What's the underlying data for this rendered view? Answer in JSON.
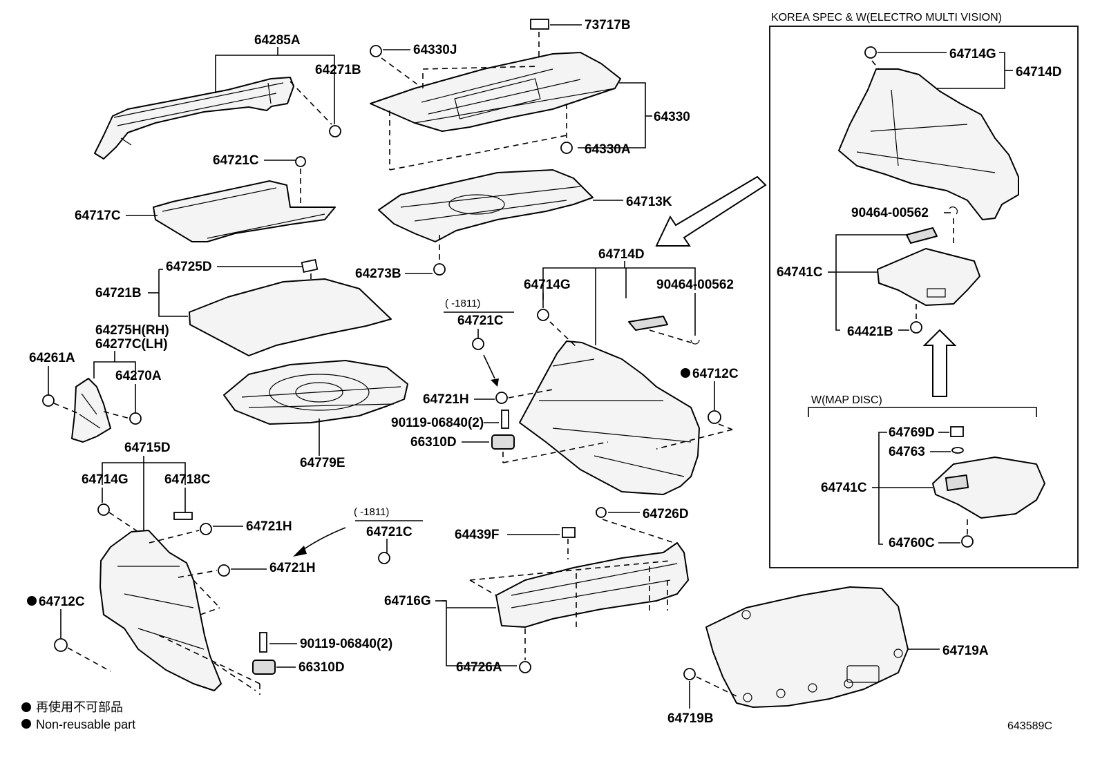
{
  "labels": {
    "p64285A": "64285A",
    "p64271B": "64271B",
    "p64721C_a": "64721C",
    "p64717C": "64717C",
    "p64725D": "64725D",
    "p64721B": "64721B",
    "p64275H": "64275H(RH)",
    "p64277C": "64277C(LH)",
    "p64261A": "64261A",
    "p64270A": "64270A",
    "p64779E": "64779E",
    "p64715D": "64715D",
    "p64714G_a": "64714G",
    "p64718C": "64718C",
    "p64721H_a": "64721H",
    "p64721H_b": "64721H",
    "p64712C_a": "64712C",
    "p90119_a": "90119-06840(2)",
    "p66310D_a": "66310D",
    "p64330J": "64330J",
    "p73717B": "73717B",
    "p64330": "64330",
    "p64330A": "64330A",
    "p64713K": "64713K",
    "p64273B": "64273B",
    "p64714D_a": "64714D",
    "p64714G_b": "64714G",
    "p90464_a": "90464-00562",
    "note_1811_a": "(      -1811)",
    "p64721C_b": "64721C",
    "p64721H_c": "64721H",
    "p90119_b": "90119-06840(2)",
    "p66310D_b": "66310D",
    "p64712C_b": "64712C",
    "note_1811_b": "(      -1811)",
    "p64721C_c": "64721C",
    "p64726D": "64726D",
    "p64439F": "64439F",
    "p64716G": "64716G",
    "p64726A": "64726A",
    "p64719A": "64719A",
    "p64719B": "64719B",
    "inset_title": "KOREA SPEC & W(ELECTRO MULTI VISION)",
    "p64714G_c": "64714G",
    "p64714D_b": "64714D",
    "p90464_b": "90464-00562",
    "p64741C_a": "64741C",
    "p64421B": "64421B",
    "map_disc": "W(MAP DISC)",
    "p64769D": "64769D",
    "p64763": "64763",
    "p64741C_b": "64741C",
    "p64760C": "64760C"
  },
  "legend": {
    "jp": "再使用不可部品",
    "en": "Non-reusable part"
  },
  "diagram_code": "643589C",
  "icons": [
    "non-reusable-bullet-icon",
    "assembly-direction-arrow-icon"
  ]
}
